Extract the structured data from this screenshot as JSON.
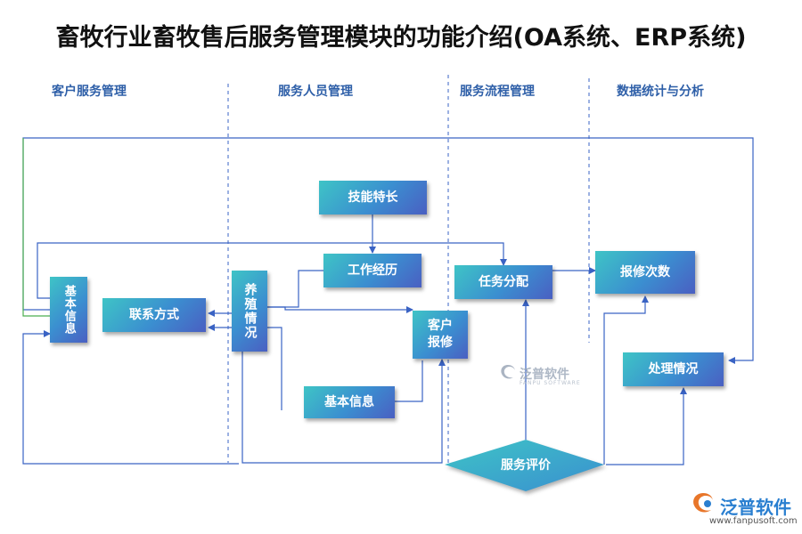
{
  "title": "畜牧行业畜牧售后服务管理模块的功能介绍(OA系统、ERP系统)",
  "sections": {
    "customer": "客户服务管理",
    "staff": "服务人员管理",
    "process": "服务流程管理",
    "stats": "数据统计与分析"
  },
  "nodes": {
    "basic_info_left": "基本信息",
    "contact": "联系方式",
    "breeding_status": "养殖情况",
    "skills": "技能特长",
    "work_experience": "工作经历",
    "basic_info_mid": "基本信息",
    "customer_repair": "客户报修",
    "task_assign": "任务分配",
    "repair_count": "报修次数",
    "handling_status": "处理情况",
    "service_eval": "服务评价"
  },
  "watermark": {
    "center_text": "泛普软件",
    "center_sub": "FANPU SOFTWARE",
    "brand": "泛普软件",
    "url": "www.fanpusoft.com"
  },
  "colors": {
    "line": "#3a63c4",
    "divider": "#3a63c4",
    "section_text": "#2e5fa8",
    "green_line": "#4caf50"
  }
}
